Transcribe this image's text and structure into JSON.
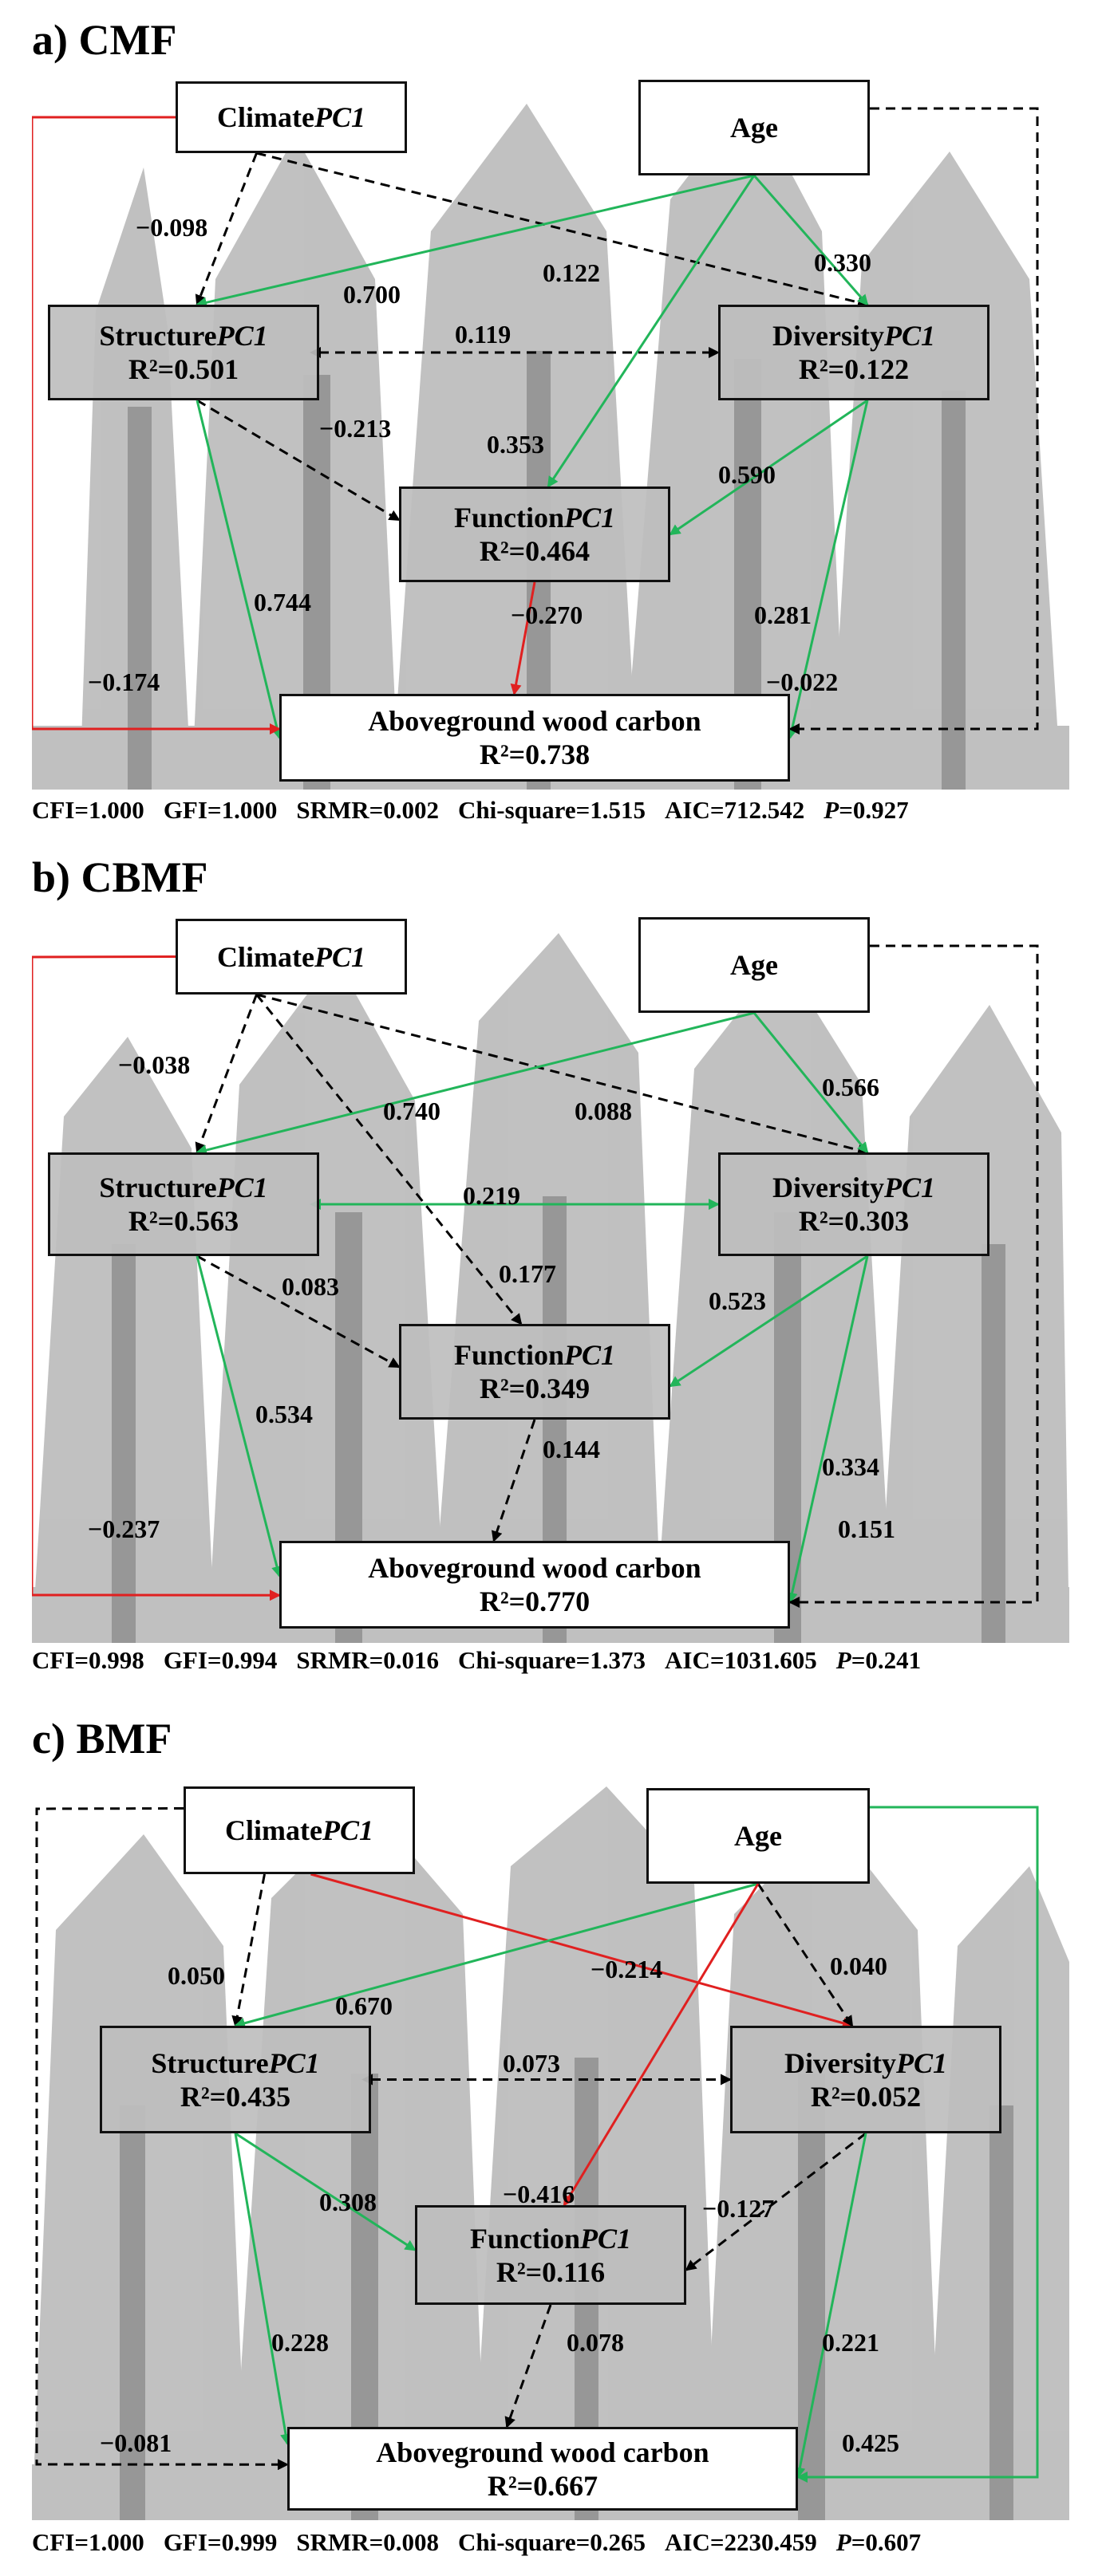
{
  "panels": [
    {
      "title": "a) CMF",
      "climate_label": "Climate",
      "climate_italic": "PC1",
      "age_label": "Age",
      "structure_label": "Structure",
      "structure_italic": "PC1",
      "structure_r2": "R²=0.501",
      "diversity_label": "Diversity",
      "diversity_italic": "PC1",
      "diversity_r2": "R²=0.122",
      "function_label": "Function",
      "function_italic": "PC1",
      "function_r2": "R²=0.464",
      "carbon_label": "Aboveground wood carbon",
      "carbon_r2": "R²=0.738",
      "coef": {
        "clim_struct": "−0.098",
        "age_struct": "0.700",
        "clim_div": "0.122",
        "age_div": "0.330",
        "struct_div": "0.119",
        "struct_func": "−0.213",
        "age_func": "0.353",
        "div_func": "0.590",
        "struct_carbon": "0.744",
        "func_carbon": "−0.270",
        "div_carbon": "0.281",
        "clim_carbon": "−0.174",
        "age_carbon": "−0.022"
      },
      "fit": {
        "cfi": "CFI=1.000",
        "gfi": "GFI=1.000",
        "srmr": "SRMR=0.002",
        "chi": "Chi-square=1.515",
        "aic": "AIC=712.542",
        "p_label": "P",
        "p_value": "=0.927"
      }
    },
    {
      "title": "b) CBMF",
      "climate_label": "Climate",
      "climate_italic": "PC1",
      "age_label": "Age",
      "structure_label": "Structure",
      "structure_italic": "PC1",
      "structure_r2": "R²=0.563",
      "diversity_label": "Diversity",
      "diversity_italic": "PC1",
      "diversity_r2": "R²=0.303",
      "function_label": "Function",
      "function_italic": "PC1",
      "function_r2": "R²=0.349",
      "carbon_label": "Aboveground wood carbon",
      "carbon_r2": "R²=0.770",
      "coef": {
        "clim_struct": "−0.038",
        "age_struct": "0.740",
        "clim_div": "0.088",
        "age_div": "0.566",
        "struct_div": "0.219",
        "struct_func": "0.083",
        "clim_func": "0.177",
        "div_func": "0.523",
        "struct_carbon": "0.534",
        "func_carbon": "0.144",
        "div_carbon": "0.334",
        "clim_carbon": "−0.237",
        "age_carbon": "0.151"
      },
      "fit": {
        "cfi": "CFI=0.998",
        "gfi": "GFI=0.994",
        "srmr": "SRMR=0.016",
        "chi": "Chi-square=1.373",
        "aic": "AIC=1031.605",
        "p_label": "P",
        "p_value": "=0.241"
      }
    },
    {
      "title": "c) BMF",
      "climate_label": "Climate",
      "climate_italic": "PC1",
      "age_label": "Age",
      "structure_label": "Structure",
      "structure_italic": "PC1",
      "structure_r2": "R²=0.435",
      "diversity_label": "Diversity",
      "diversity_italic": "PC1",
      "diversity_r2": "R²=0.052",
      "function_label": "Function",
      "function_italic": "PC1",
      "function_r2": "R²=0.116",
      "carbon_label": "Aboveground wood carbon",
      "carbon_r2": "R²=0.667",
      "coef": {
        "clim_struct": "0.050",
        "age_struct": "0.670",
        "clim_div": "−0.214",
        "age_div": "0.040",
        "struct_div": "0.073",
        "age_func": "−0.416",
        "struct_func": "0.308",
        "div_func": "−0.127",
        "struct_carbon": "0.228",
        "func_carbon": "0.078",
        "div_carbon": "0.221",
        "clim_carbon": "−0.081",
        "age_carbon": "0.425"
      },
      "fit": {
        "cfi": "CFI=1.000",
        "gfi": "GFI=0.999",
        "srmr": "SRMR=0.008",
        "chi": "Chi-square=0.265",
        "aic": "AIC=2230.459",
        "p_label": "P",
        "p_value": "=0.607"
      }
    }
  ],
  "colors": {
    "positive": "#22b55a",
    "negative": "#e02020",
    "nonsignificant": "#000000"
  }
}
